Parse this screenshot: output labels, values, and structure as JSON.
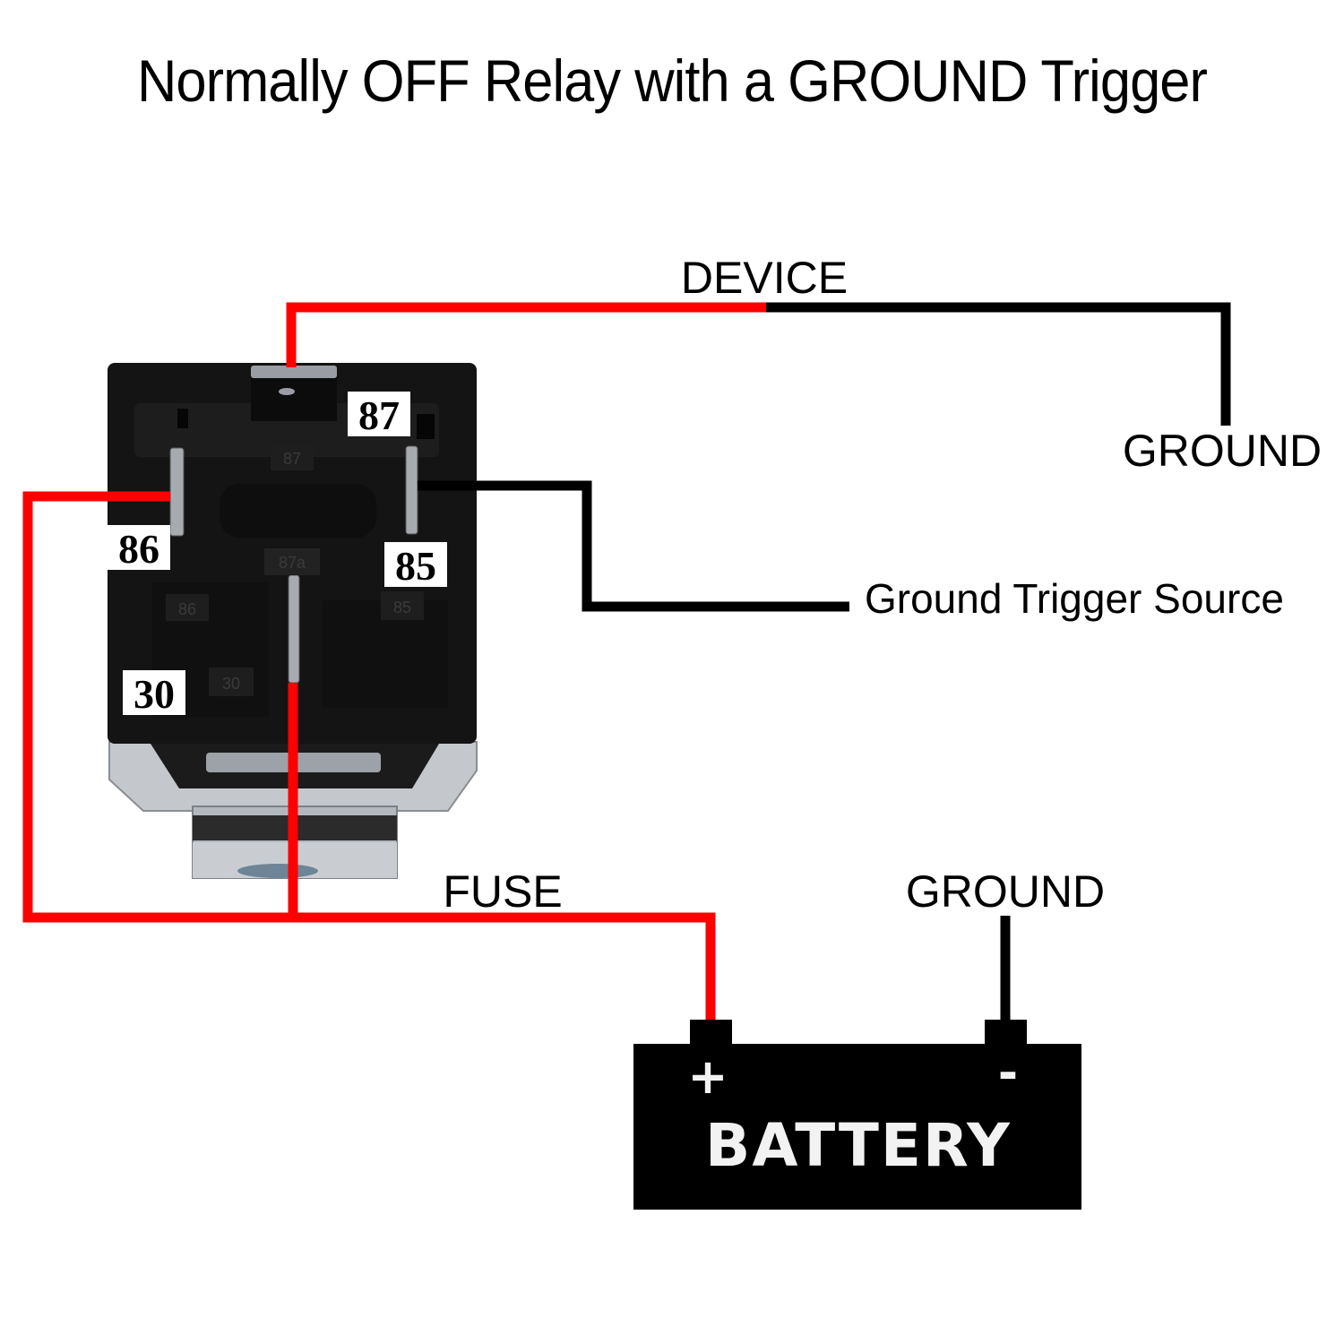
{
  "title": "Normally OFF Relay with a GROUND Trigger",
  "colors": {
    "positive_wire": "#ff0000",
    "ground_wire": "#000000",
    "relay_body": "#141414",
    "battery_body": "#000000",
    "metal_bracket": "#b8bcc2"
  },
  "labels": {
    "device": "DEVICE",
    "device_ground": "GROUND",
    "ground_trigger_source": "Ground Trigger Source",
    "fuse": "FUSE",
    "battery_ground": "GROUND"
  },
  "relay": {
    "pins": {
      "p87": "87",
      "p86": "86",
      "p85": "85",
      "p30": "30"
    },
    "embossed": {
      "e87": "87",
      "e87a": "87a",
      "e86": "86",
      "e85": "85",
      "e30": "30"
    }
  },
  "battery": {
    "label": "BATTERY",
    "positive_symbol": "+",
    "negative_symbol": "-"
  }
}
